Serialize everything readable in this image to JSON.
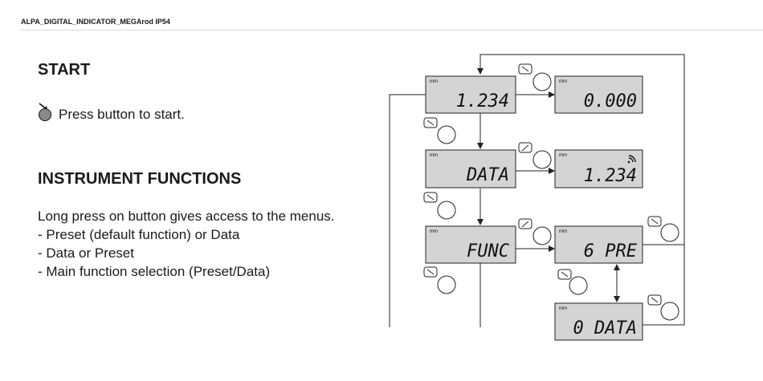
{
  "header": {
    "title": "ALPA_DIGITAL_INDICATOR_MEGArod IP54"
  },
  "start": {
    "title": "START",
    "instruction": "Press button to start."
  },
  "functions": {
    "title": "INSTRUMENT FUNCTIONS",
    "lines": [
      "Long press on button gives access to the menus.",
      "- Preset (default function) or Data",
      "- Data or Preset",
      "- Main function selection (Preset/Data)"
    ]
  },
  "diagram": {
    "displays": [
      {
        "unit": "mm",
        "value": "1.234"
      },
      {
        "unit": "mm",
        "value": "0.000"
      },
      {
        "unit": "mm",
        "value": "DATA"
      },
      {
        "unit": "mm",
        "value": "1.234"
      },
      {
        "unit": "mm",
        "value": "FUNC"
      },
      {
        "unit": "mm",
        "value": "6 PRE"
      },
      {
        "unit": "mm",
        "value": "0 DATA"
      }
    ],
    "colors": {
      "lcd_fill": "#d4d4d4",
      "button_fill": "#8a8a8a",
      "line": "#222222"
    }
  }
}
